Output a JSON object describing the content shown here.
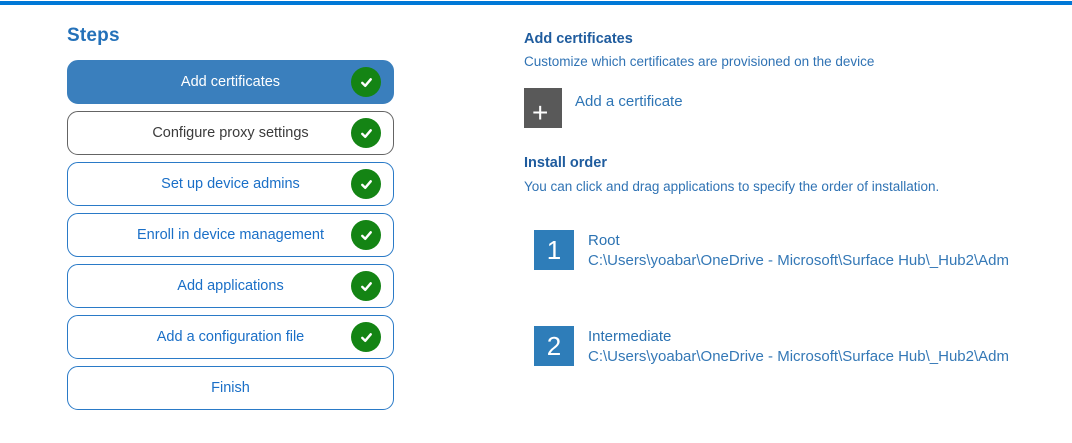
{
  "page": {
    "accent_color": "#0078D7",
    "active_step_color": "#3A7FBD",
    "step_text_color": "#1A6FC7",
    "completed_badge_color": "#148414",
    "heading_color": "#1F5C9E"
  },
  "steps": {
    "title": "Steps",
    "items": [
      {
        "label": "Add certificates",
        "state": "active",
        "completed": true,
        "icon": "check-circle-icon"
      },
      {
        "label": "Configure proxy settings",
        "state": "visited",
        "completed": true,
        "icon": "check-circle-icon"
      },
      {
        "label": "Set up device admins",
        "state": "default",
        "completed": true,
        "icon": "check-circle-icon"
      },
      {
        "label": "Enroll in device management",
        "state": "default",
        "completed": true,
        "icon": "check-circle-icon"
      },
      {
        "label": "Add applications",
        "state": "default",
        "completed": true,
        "icon": "check-circle-icon"
      },
      {
        "label": "Add a configuration file",
        "state": "default",
        "completed": true,
        "icon": "check-circle-icon"
      },
      {
        "label": "Finish",
        "state": "default",
        "completed": false
      }
    ]
  },
  "content": {
    "add_certificates": {
      "heading": "Add certificates",
      "description": "Customize which certificates are provisioned on the device",
      "add_button_label": "Add a certificate",
      "plus_icon": "+"
    },
    "install_order": {
      "heading": "Install order",
      "description": "You can click and drag applications to specify the order of installation.",
      "items": [
        {
          "number": "1",
          "name": "Root",
          "path": "C:\\Users\\yoabar\\OneDrive - Microsoft\\Surface Hub\\_Hub2\\Adm"
        },
        {
          "number": "2",
          "name": "Intermediate",
          "path": "C:\\Users\\yoabar\\OneDrive - Microsoft\\Surface Hub\\_Hub2\\Adm"
        }
      ]
    }
  }
}
